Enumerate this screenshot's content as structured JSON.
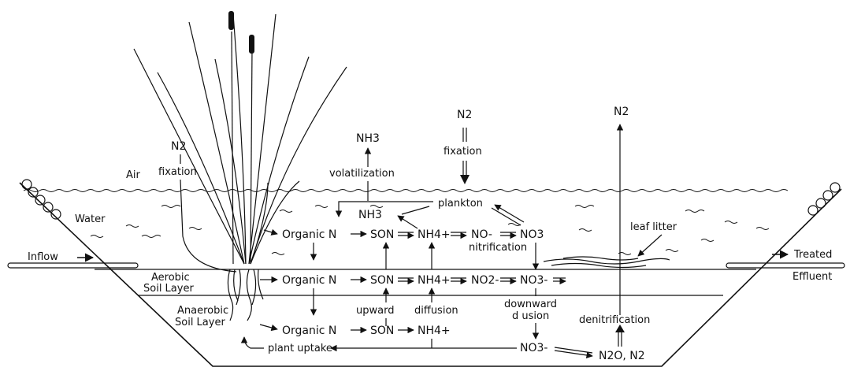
{
  "labels": {
    "air": "Air",
    "water": "Water",
    "aerobic_line1": "Aerobic",
    "aerobic_line2": "Soil Layer",
    "anaerobic_line1": "Anaerobic",
    "anaerobic_line2": "Soil Layer",
    "inflow": "Inflow",
    "treated": "Treated",
    "effluent": "Effluent",
    "n2_left": "N2",
    "fixation_left": "fixation",
    "nh3_top": "NH3",
    "volatilization": "volatilization",
    "n2_center": "N2",
    "fixation_center": "fixation",
    "n2_right": "N2",
    "plankton": "plankton",
    "nh3_water": "NH3",
    "leaf_litter": "leaf litter",
    "water_row": {
      "organic_n": "Organic N",
      "son": "SON",
      "nh4": "NH4+",
      "no": "NO-",
      "no3": "NO3"
    },
    "nitrification": "nitrification",
    "aerobic_row": {
      "organic_n": "Organic N",
      "son": "SON",
      "nh4": "NH4+",
      "no2": "NO2-",
      "no3": "NO3-"
    },
    "upward": "upward",
    "diffusion": "diffusion",
    "downward": "downward",
    "diffusion_down": "d usion",
    "anaerobic_row": {
      "organic_n": "Organic N",
      "son": "SON",
      "nh4": "NH4+"
    },
    "denitrification": "denitrification",
    "plant_uptake": "plant uptake",
    "no3_bottom": "NO3-",
    "n2o_n2": "N2O, N2"
  }
}
